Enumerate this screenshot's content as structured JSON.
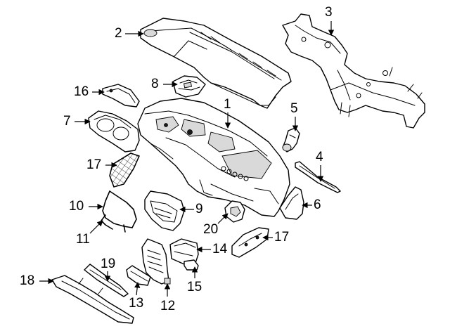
{
  "callouts": [
    {
      "id": "1",
      "label": "1"
    },
    {
      "id": "2",
      "label": "2"
    },
    {
      "id": "3",
      "label": "3"
    },
    {
      "id": "4",
      "label": "4"
    },
    {
      "id": "5",
      "label": "5"
    },
    {
      "id": "6",
      "label": "6"
    },
    {
      "id": "7",
      "label": "7"
    },
    {
      "id": "8",
      "label": "8"
    },
    {
      "id": "9",
      "label": "9"
    },
    {
      "id": "10",
      "label": "10"
    },
    {
      "id": "11",
      "label": "11"
    },
    {
      "id": "12",
      "label": "12"
    },
    {
      "id": "13",
      "label": "13"
    },
    {
      "id": "14",
      "label": "14"
    },
    {
      "id": "15",
      "label": "15"
    },
    {
      "id": "16",
      "label": "16"
    },
    {
      "id": "17a",
      "label": "17"
    },
    {
      "id": "17b",
      "label": "17"
    },
    {
      "id": "18",
      "label": "18"
    },
    {
      "id": "19",
      "label": "19"
    },
    {
      "id": "20",
      "label": "20"
    }
  ]
}
